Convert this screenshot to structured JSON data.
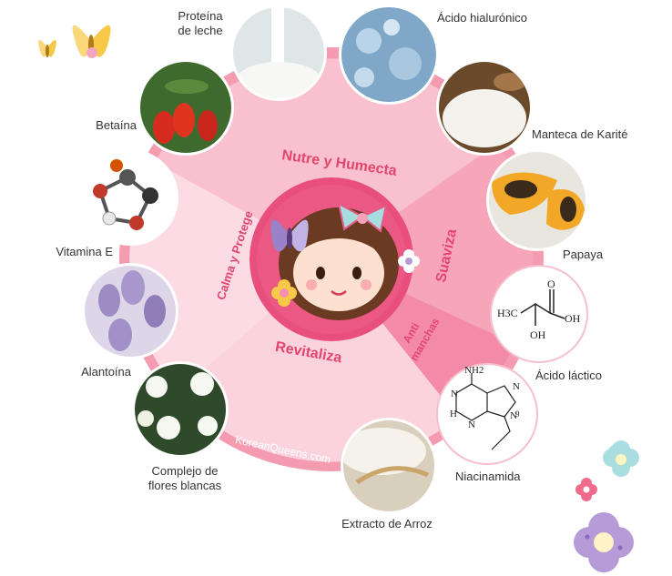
{
  "colors": {
    "ring": "#f49bb0",
    "sector_nutre": "#f9c0cf",
    "sector_suaviza": "#f7a6ba",
    "sector_anti": "#f38ba8",
    "sector_revitaliza": "#fbd3de",
    "sector_calma": "#fcdbe4",
    "center": "#e84f7d",
    "sector_text": "#e2466f",
    "label_text": "#333333"
  },
  "sectors": {
    "nutre": "Nutre y Humecta",
    "suaviza": "Suaviza",
    "anti_line1": "Anti",
    "anti_line2": "manchas",
    "revitaliza": "Revitaliza",
    "calma": "Calma y Protege"
  },
  "watermark": "KoreanQueens.com",
  "ingredients": [
    {
      "name": "Proteína\nde leche",
      "photo": "milk-pour"
    },
    {
      "name": "Ácido hialurónico",
      "photo": "water-droplets"
    },
    {
      "name": "Manteca de Karité",
      "photo": "shea-butter"
    },
    {
      "name": "Papaya",
      "photo": "papaya-halves"
    },
    {
      "name": "Ácido láctico",
      "photo": "lactic-acid-structure"
    },
    {
      "name": "Niacinamida",
      "photo": "niacinamide-structure"
    },
    {
      "name": "Extracto de Arroz",
      "photo": "rice-grains"
    },
    {
      "name": "Complejo de\nflores blancas",
      "photo": "white-flowers"
    },
    {
      "name": "Alantoína",
      "photo": "bell-flowers"
    },
    {
      "name": "Vitamina E",
      "photo": "molecule-model"
    },
    {
      "name": "Betaína",
      "photo": "goji-berries"
    }
  ],
  "chem": {
    "lactic_h3c": "H3C",
    "lactic_oh1": "OH",
    "lactic_oh2": "OH",
    "lactic_o": "O",
    "niac_nh2": "NH2",
    "niac_n1": "N",
    "niac_n2": "N",
    "niac_n3": "N",
    "niac_n4": "N",
    "niac_h": "H",
    "niac_9": "9"
  }
}
